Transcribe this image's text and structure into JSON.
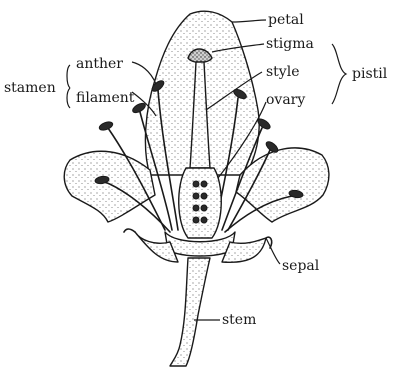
{
  "labels": {
    "petal": "petal",
    "stigma": "stigma",
    "style": "style",
    "ovary": "ovary",
    "pistil": "pistil",
    "stamen": "stamen",
    "anther": "anther",
    "filament": "filament",
    "sepal": "sepal",
    "stem": "stem"
  },
  "colors": {
    "ink": "#1a1a1a",
    "paper": "#ffffff"
  }
}
